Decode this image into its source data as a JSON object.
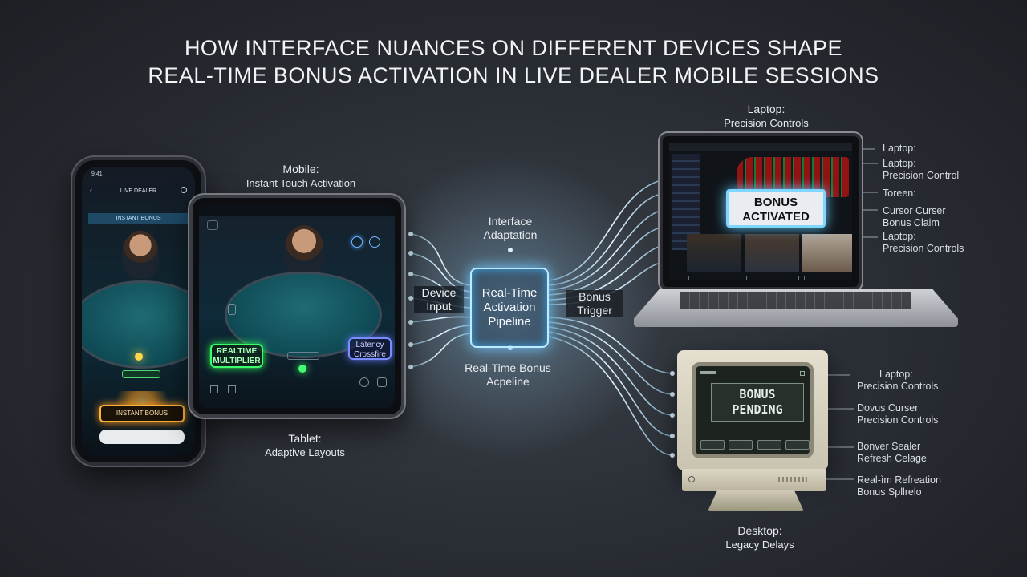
{
  "title": {
    "line1": "HOW INTERFACE NUANCES ON DIFFERENT DEVICES SHAPE",
    "line2": "REAL-TIME BONUS ACTIVATION IN LIVE DEALER MOBILE SESSIONS"
  },
  "mobile": {
    "heading": "Mobile:",
    "caption": "Instant Touch Activation",
    "status_time": "9:41",
    "app_title": "LIVE DEALER",
    "screen_banner": "INSTANT BONUS",
    "instant_bonus_button": "INSTANT BONUS"
  },
  "tablet": {
    "heading": "Tablet:",
    "caption": "Adaptive Layouts",
    "realtime_button": "REALTIME MULTIPLIER",
    "latency_button": "Latency Crossfire"
  },
  "pipeline": {
    "interface_label_line1": "Interface",
    "interface_label_line2": "Adaptation",
    "device_input_line1": "Device",
    "device_input_line2": "Input",
    "core_line1": "Real-Time",
    "core_line2": "Activation",
    "core_line3": "Pipeline",
    "trigger_line1": "Bonus",
    "trigger_line2": "Trigger",
    "bottom_line1": "Real-Time Bonus",
    "bottom_line2": "Acpeline"
  },
  "laptop": {
    "heading": "Laptop:",
    "caption": "Precision Controls",
    "bonus_line1": "BONUS",
    "bonus_line2": "ACTIVATED",
    "side_labels": [
      {
        "line1": "Laptop:",
        "line2": ""
      },
      {
        "line1": "Laptop:",
        "line2": "Precision Control"
      },
      {
        "line1": "Toreen:",
        "line2": ""
      },
      {
        "line1": "Cursor Curser",
        "line2": "Bonus Claim"
      },
      {
        "line1": "Laptop:",
        "line2": "Precision Controls"
      }
    ]
  },
  "desktop": {
    "heading": "Desktop:",
    "caption": "Legacy Delays",
    "pending_line1": "BONUS",
    "pending_line2": "PENDING",
    "side_labels": [
      {
        "line1": "Laptop:",
        "line2": "Precision Controls"
      },
      {
        "line1": "Dovus Curser",
        "line2": "Precision Controls"
      },
      {
        "line1": "Bonver Sealer",
        "line2": "Refresh Celage"
      },
      {
        "line1": "Real-ìm Refreation",
        "line2": "Bonus Spllrelo"
      }
    ]
  },
  "colors": {
    "glow_blue": "#6fc8ff",
    "neon_green": "#3dff6a",
    "neon_violet": "#7a8cff",
    "background": "#2b2f36"
  }
}
